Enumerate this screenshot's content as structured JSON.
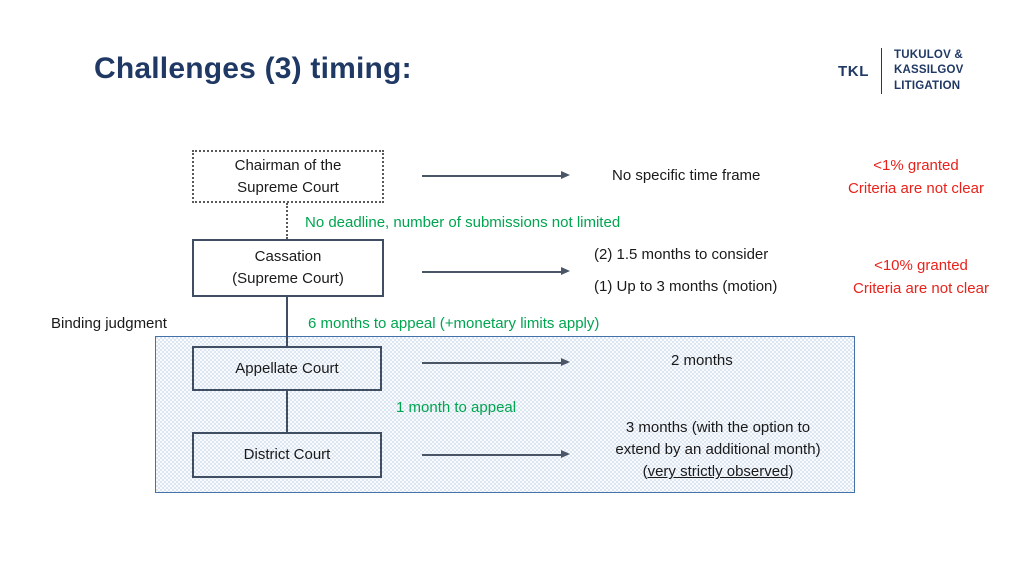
{
  "slide": {
    "title": "Challenges (3) timing:"
  },
  "logo": {
    "mark": "TKL",
    "line1": "TUKULOV &",
    "line2": "KASSILGOV",
    "line3": "LITIGATION",
    "color": "#1F3864"
  },
  "colors": {
    "title": "#1F3864",
    "box_border": "#3F4E63",
    "dotted_border": "#595959",
    "arrow": "#4A5568",
    "green_text": "#00A550",
    "red_text": "#E8221B",
    "highlight_fill": "#DCE6F2",
    "highlight_border": "#4472A8"
  },
  "nodes": {
    "chairman": {
      "line1": "Chairman of the",
      "line2": "Supreme Court"
    },
    "cassation": {
      "line1": "Cassation",
      "line2": "(Supreme Court)"
    },
    "appellate": {
      "line1": "Appellate Court"
    },
    "district": {
      "line1": "District Court"
    }
  },
  "timing_labels": {
    "no_specific_time_frame": "No specific time frame",
    "consider": "(2) 1.5 months to consider",
    "motion": "(1) Up to 3 months (motion)",
    "two_months": "2 months",
    "three_months_line1": "3 months (with the option to",
    "three_months_line2": "extend by an additional month)",
    "three_months_line3_prefix": "(",
    "three_months_line3_underlined": "very strictly observed",
    "three_months_line3_suffix": ")"
  },
  "deadline_labels": {
    "no_deadline": "No deadline, number of submissions not limited",
    "six_months_to_appeal": "6 months to appeal (+monetary limits apply)",
    "one_month_to_appeal": "1 month to appeal"
  },
  "risk_labels": {
    "chairman_line1": "<1% granted",
    "chairman_line2": "Criteria are not clear",
    "cassation_line1": "<10% granted",
    "cassation_line2": "Criteria are not clear"
  },
  "annotations": {
    "binding_judgment": "Binding judgment"
  }
}
